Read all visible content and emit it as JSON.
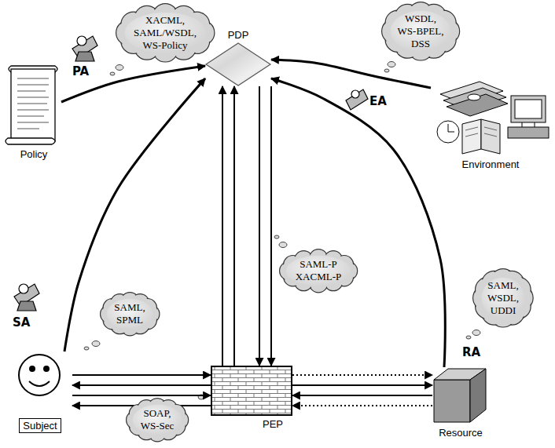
{
  "diagram": {
    "nodes": [
      {
        "text": [
          "PDP"
        ]
      },
      {
        "text": [
          "Policy"
        ]
      },
      {
        "text": [
          "XACML, SAML/WSDL, WS-Policy"
        ]
      },
      {
        "text": [
          "WSDL, WS-BPEL, DSS"
        ]
      },
      {
        "text": [
          "Environment"
        ]
      },
      {
        "text": [
          "SAML, SPML"
        ]
      },
      {
        "text": [
          "SAML-P XACML-P"
        ]
      },
      {
        "text": [
          "SAML, WSDL, UDDI"
        ]
      },
      {
        "text": [
          "Subject"
        ]
      },
      {
        "text": [
          "PEP"
        ]
      },
      {
        "text": [
          "Resource"
        ]
      },
      {
        "text": [
          "SOAP, WS-Sec"
        ]
      }
    ],
    "edges": [
      {
        "from": 1,
        "to": 0,
        "arrow": "to"
      },
      {
        "from": 4,
        "to": 0,
        "arrow": "to"
      },
      {
        "from": 8,
        "to": 0,
        "arrow": "to"
      },
      {
        "from": 10,
        "to": 0,
        "arrow": "to"
      },
      {
        "from": 9,
        "to": 0,
        "arrow": "to"
      },
      {
        "from": 9,
        "to": 0,
        "arrow": "to"
      },
      {
        "from": 0,
        "to": 9,
        "arrow": "to"
      },
      {
        "from": 0,
        "to": 9,
        "arrow": "to"
      },
      {
        "from": 8,
        "to": 9,
        "arrow": "to"
      },
      {
        "from": 9,
        "to": 8,
        "arrow": "to"
      },
      {
        "from": 8,
        "to": 9,
        "arrow": "to"
      },
      {
        "from": 9,
        "to": 8,
        "arrow": "to"
      },
      {
        "from": 9,
        "to": 10,
        "arrow": "to"
      },
      {
        "from": 9,
        "to": 10,
        "arrow": "to"
      },
      {
        "from": 10,
        "to": 9,
        "arrow": "to"
      },
      {
        "from": 10,
        "to": 9,
        "arrow": "to"
      }
    ],
    "labels": [
      "PA",
      "EA",
      "SA",
      "RA"
    ]
  }
}
